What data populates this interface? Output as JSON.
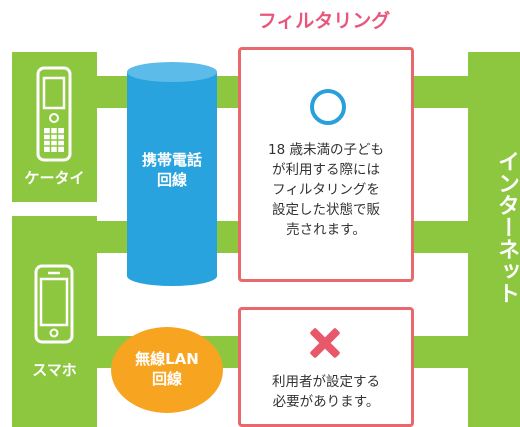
{
  "colors": {
    "green": "#8dc63f",
    "pink": "#e8686c",
    "blue": "#29a3de",
    "orange": "#f7a521",
    "mark_blue": "#28a0dc",
    "mark_pink": "#e8586b",
    "title": "#e9567b"
  },
  "header": {
    "filtering_label": "フィルタリング"
  },
  "devices": [
    {
      "label": "ケータイ",
      "icon": "feature-phone-icon"
    },
    {
      "label": "スマホ",
      "icon": "smartphone-icon"
    }
  ],
  "networks": {
    "mobile": {
      "line1": "携帯電話",
      "line2": "回線"
    },
    "wlan": {
      "line1": "無線LAN",
      "line2": "回線"
    }
  },
  "boxes": {
    "top": {
      "mark": "circle-mark",
      "lines": [
        "18 歳未満の子ども",
        "が利用する際には",
        "フィルタリングを",
        "設定した状態で販",
        "売されます。"
      ]
    },
    "bottom": {
      "mark": "cross-mark",
      "lines": [
        "利用者が設定する",
        "必要があります。"
      ]
    }
  },
  "internet": {
    "label": "インターネット"
  }
}
